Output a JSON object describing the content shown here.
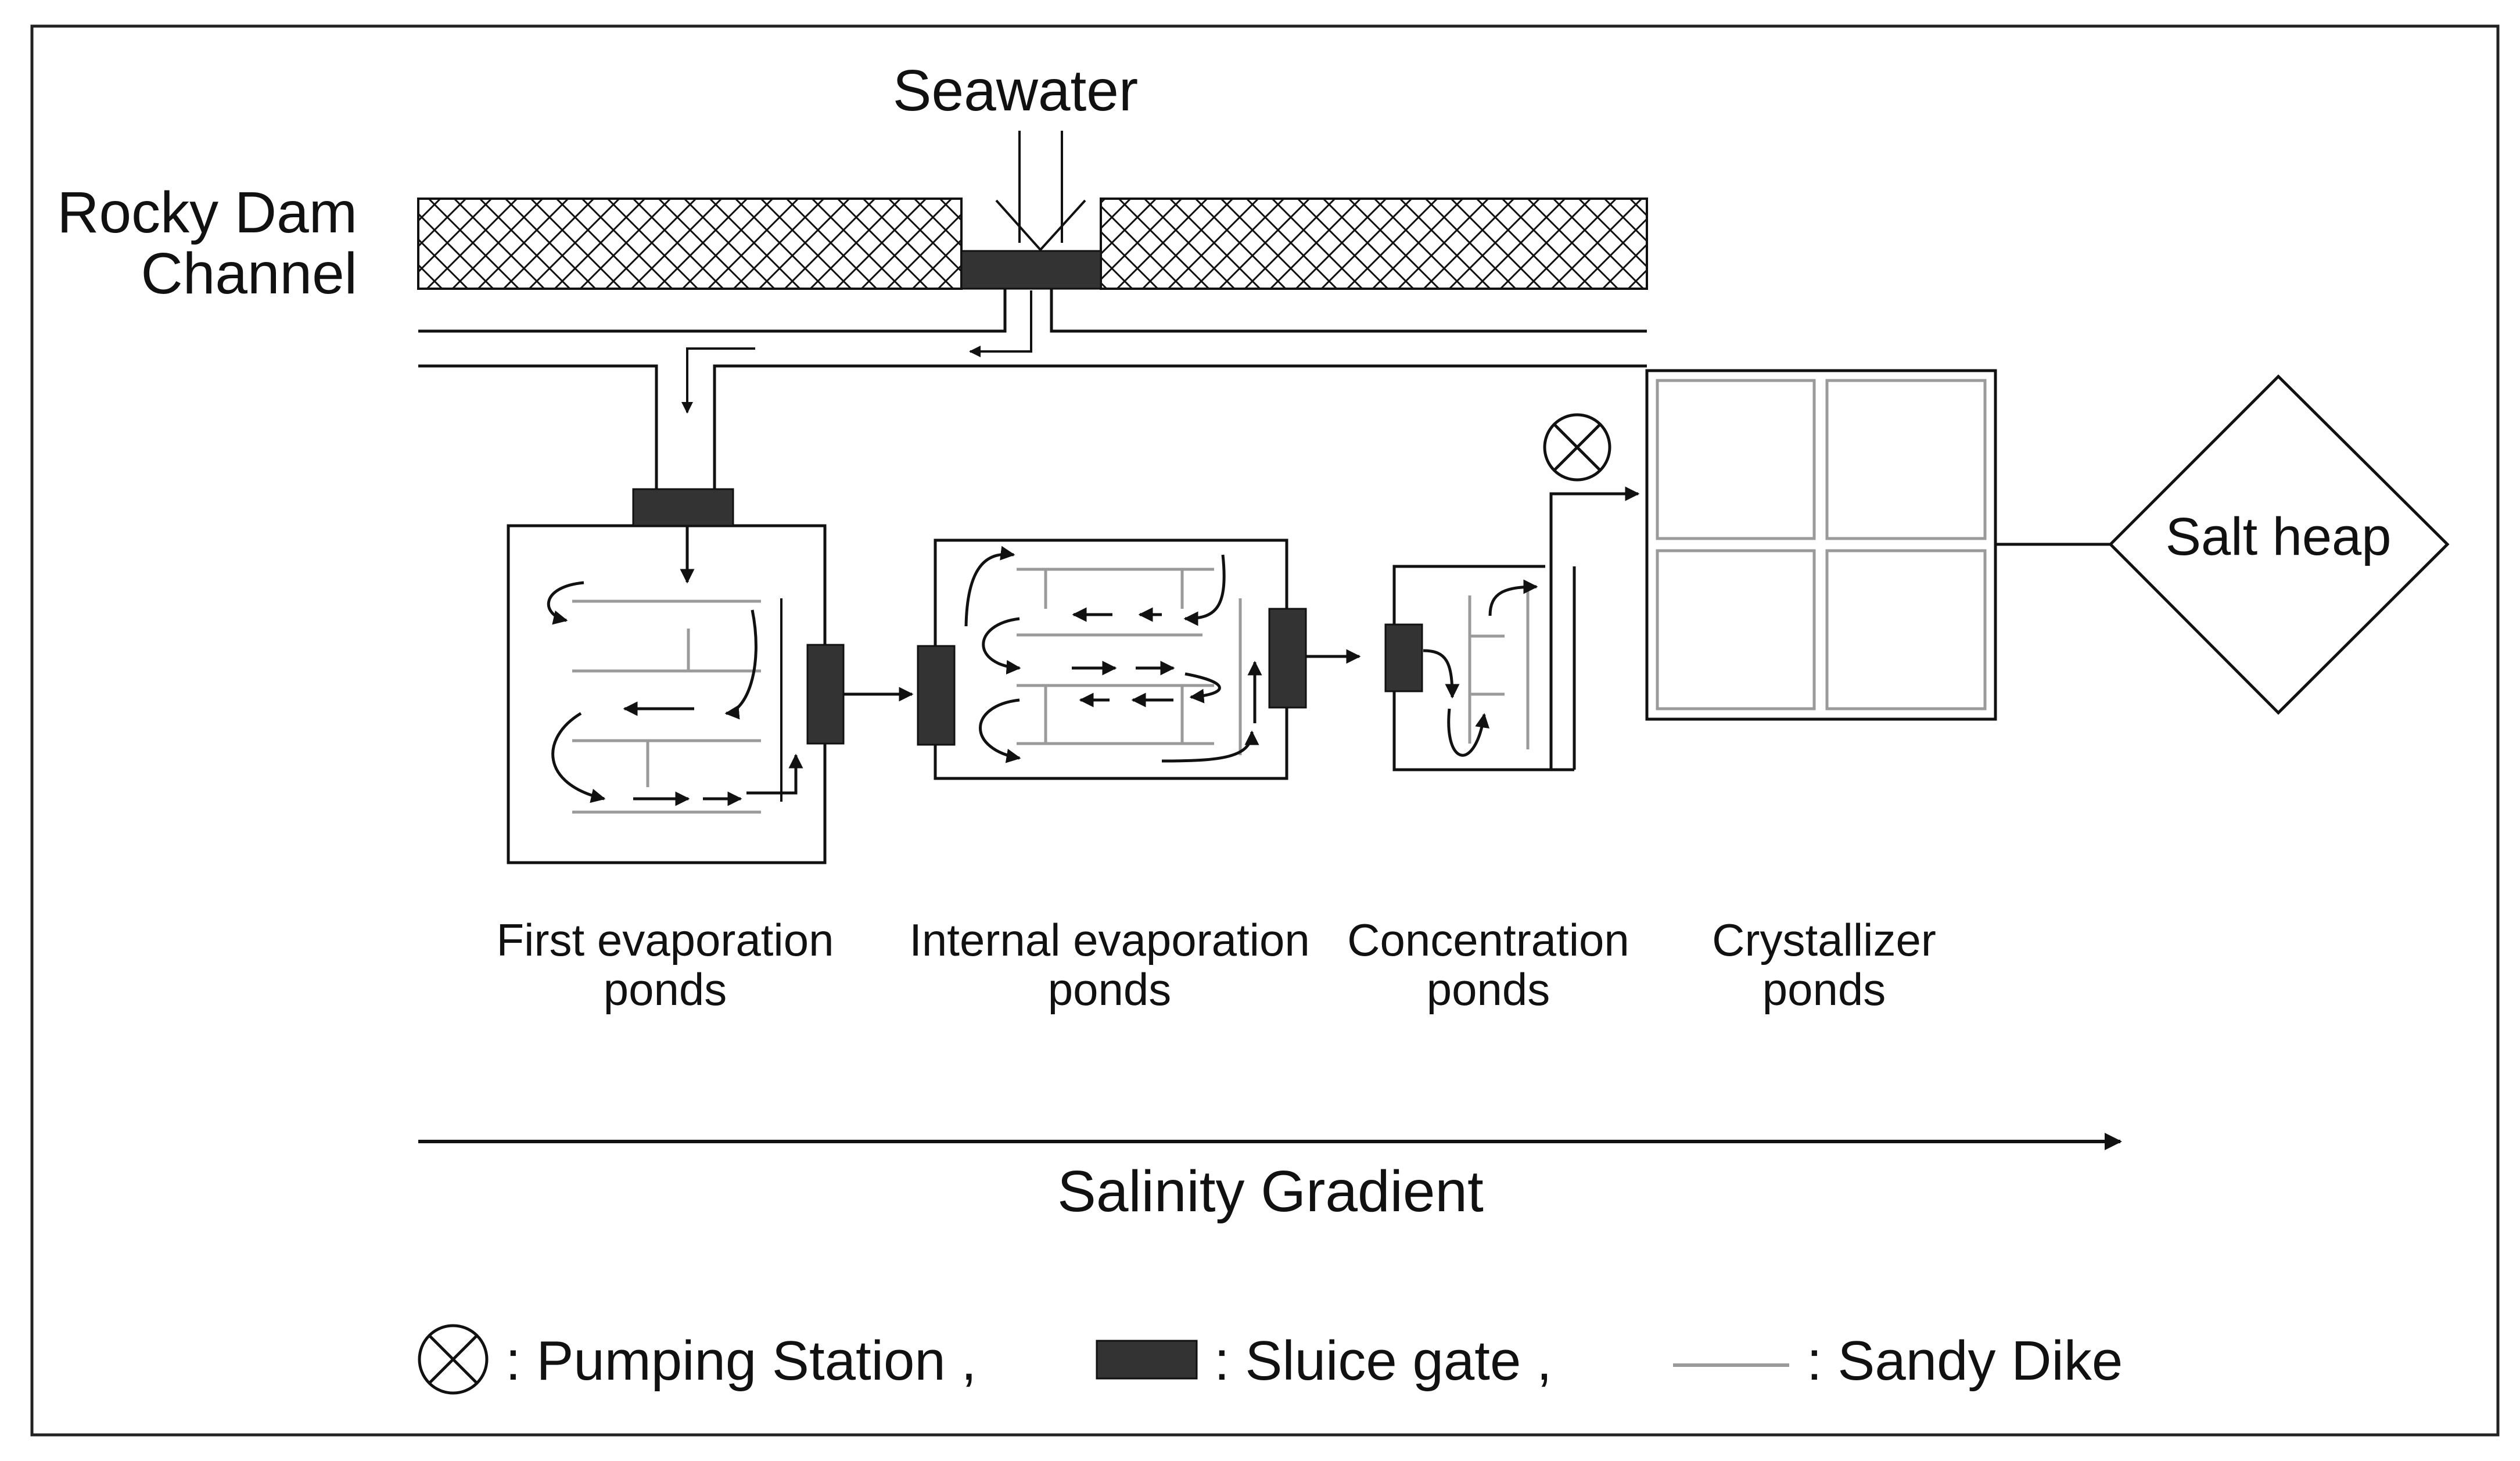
{
  "diagram": {
    "labels": {
      "seawater": "Seawater",
      "rocky_dam_line1": "Rocky Dam",
      "rocky_dam_line2": "Channel",
      "salt_heap": "Salt heap",
      "salinity_gradient": "Salinity Gradient"
    },
    "ponds": [
      {
        "line1": "First evaporation",
        "line2": "ponds"
      },
      {
        "line1": "Internal evaporation",
        "line2": "ponds"
      },
      {
        "line1": "Concentration",
        "line2": "ponds"
      },
      {
        "line1": "Crystallizer",
        "line2": "ponds"
      }
    ],
    "legend": {
      "pumping_station": ": Pumping Station ,",
      "sluice_gate": ": Sluice gate ,",
      "sandy_dike": ": Sandy Dike"
    },
    "colors": {
      "line": "#111111",
      "gate": "#333333",
      "dike": "#9a9a9a",
      "frame": "#222222"
    }
  }
}
